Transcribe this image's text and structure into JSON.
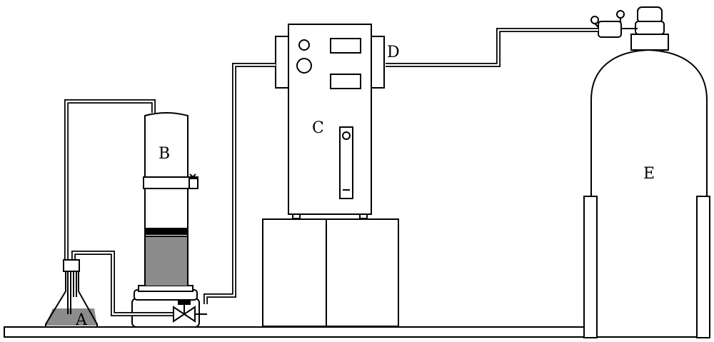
{
  "labels": {
    "a": "A",
    "b": "B",
    "c": "C",
    "d": "D",
    "e": "E"
  },
  "colors": {
    "line": "#000000",
    "liquid": "#8c8c8c",
    "background": "#ffffff"
  }
}
